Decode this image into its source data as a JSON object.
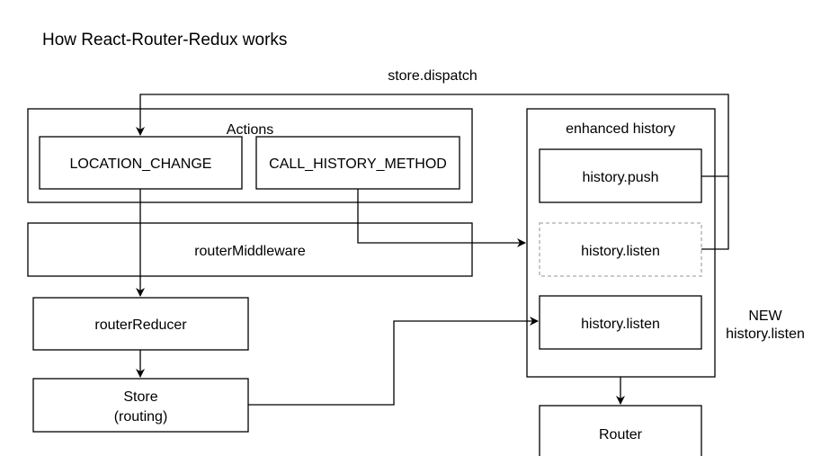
{
  "title": "How React-Router-Redux works",
  "edge_labels": {
    "store_dispatch": "store.dispatch"
  },
  "nodes": {
    "actions": "Actions",
    "location_change": "LOCATION_CHANGE",
    "call_history_method": "CALL_HISTORY_METHOD",
    "router_middleware": "routerMiddleware",
    "router_reducer": "routerReducer",
    "store_line1": "Store",
    "store_line2": "(routing)",
    "enhanced_history": "enhanced history",
    "history_push": "history.push",
    "history_listen_old": "history.listen",
    "history_listen_new": "history.listen",
    "router": "Router"
  },
  "annotations": {
    "new_line1": "NEW",
    "new_line2": "history.listen"
  },
  "colors": {
    "stroke": "#000000",
    "dashed_stroke": "#aaaaaa",
    "background": "#ffffff"
  }
}
